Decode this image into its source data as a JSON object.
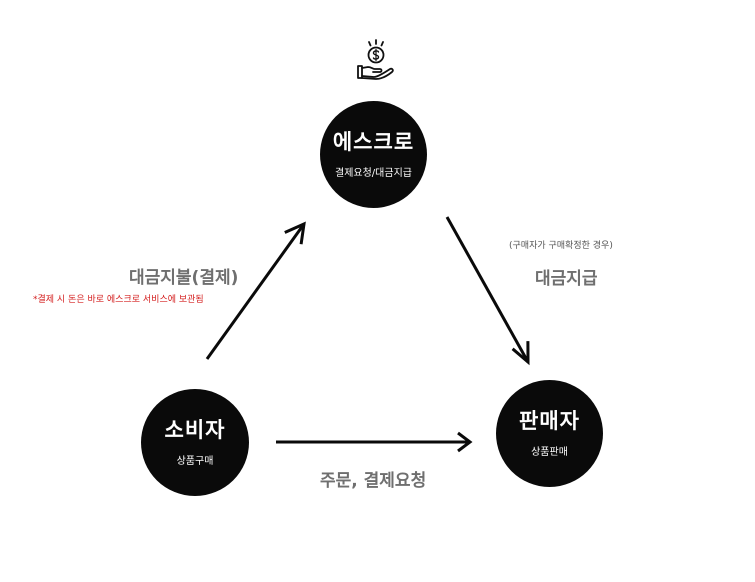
{
  "escrow": {
    "title": "에스크로",
    "subtitle": "결제요청/대금지급"
  },
  "consumer": {
    "title": "소비자",
    "subtitle": "상품구매"
  },
  "seller": {
    "title": "판매자",
    "subtitle": "상품판매"
  },
  "edges": {
    "consumer_to_escrow": {
      "label": "대금지불(결제)",
      "note": "*결제 시 돈은 바로 에스크로 서비스에 보관됨"
    },
    "escrow_to_seller": {
      "condition": "(구매자가 구매확정한 경우)",
      "label": "대금지급"
    },
    "consumer_to_seller": {
      "label": "주문, 결제요청"
    }
  },
  "icons": {
    "top": "money-hand-icon"
  },
  "colors": {
    "node": "#0a0a0a",
    "label_gray": "#6f6f6f",
    "note_red": "#d42020"
  }
}
